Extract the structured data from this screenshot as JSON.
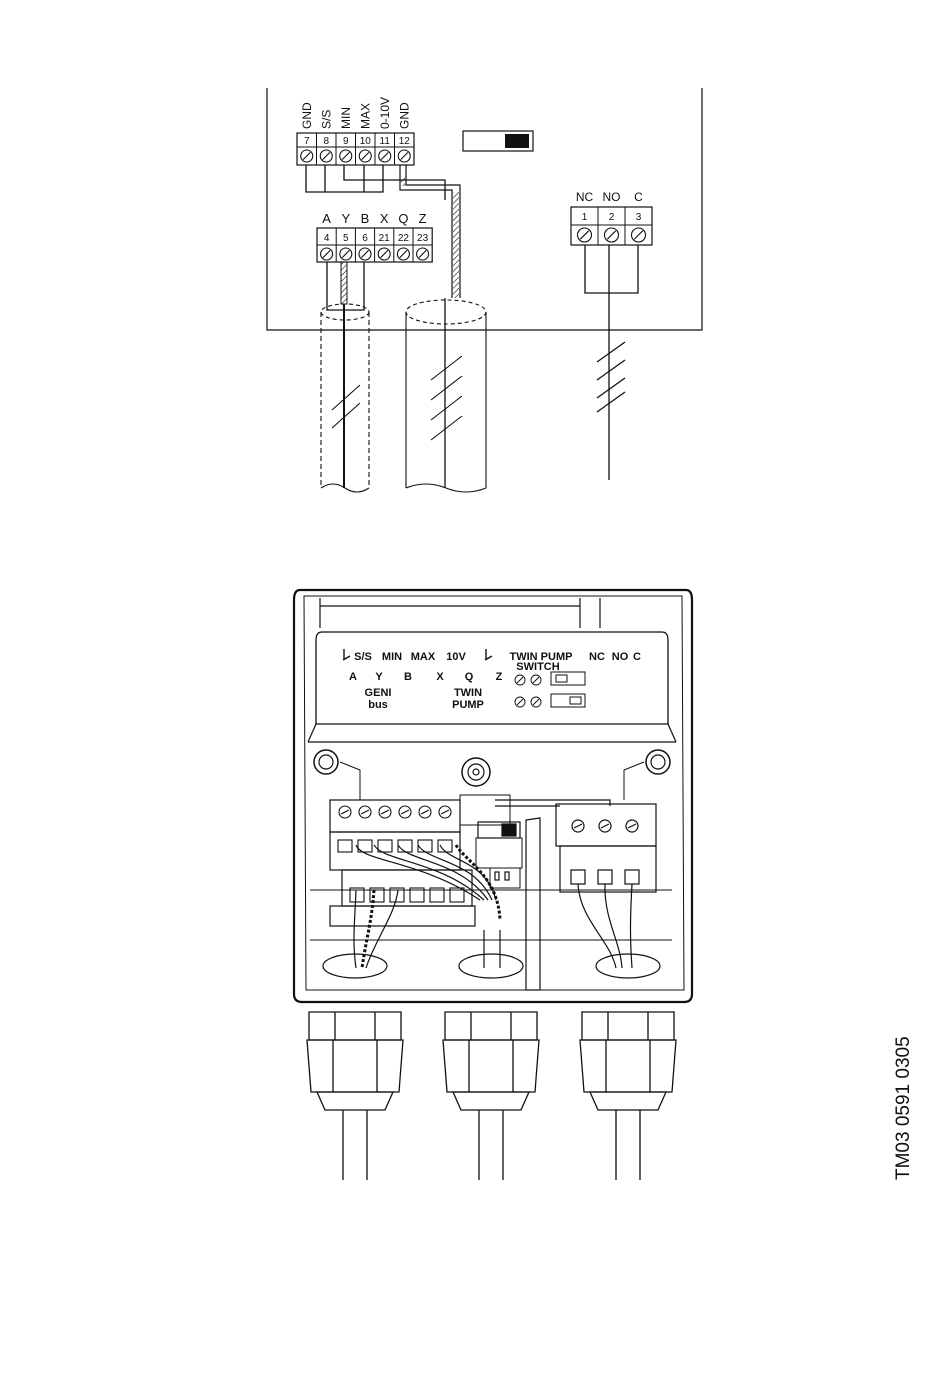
{
  "schematic": {
    "top_strip_terminals": [
      {
        "number": "7",
        "label": "GND"
      },
      {
        "number": "8",
        "label": "S/S"
      },
      {
        "number": "9",
        "label": "MIN"
      },
      {
        "number": "10",
        "label": "MAX"
      },
      {
        "number": "11",
        "label": "0-10V"
      },
      {
        "number": "12",
        "label": "GND"
      }
    ],
    "bus_strip_terminals": [
      {
        "number": "4",
        "label": "A"
      },
      {
        "number": "5",
        "label": "Y"
      },
      {
        "number": "6",
        "label": "B"
      },
      {
        "number": "21",
        "label": "X"
      },
      {
        "number": "22",
        "label": "Q"
      },
      {
        "number": "23",
        "label": "Z"
      }
    ],
    "relay_terminals": [
      {
        "number": "1",
        "label": "NC"
      },
      {
        "number": "2",
        "label": "NO"
      },
      {
        "number": "3",
        "label": "C"
      }
    ]
  },
  "terminal_box": {
    "panel_row1": [
      "S/S",
      "MIN",
      "MAX",
      "10V",
      "TWIN PUMP",
      "NC",
      "NO",
      "C"
    ],
    "panel_switch": "SWITCH",
    "panel_row2": [
      "A",
      "Y",
      "B",
      "X",
      "Q",
      "Z"
    ],
    "geni_bus": [
      "GENI",
      "bus"
    ],
    "twin_pump": [
      "TWIN",
      "PUMP"
    ]
  },
  "document_id": "TM03 0591 0305"
}
